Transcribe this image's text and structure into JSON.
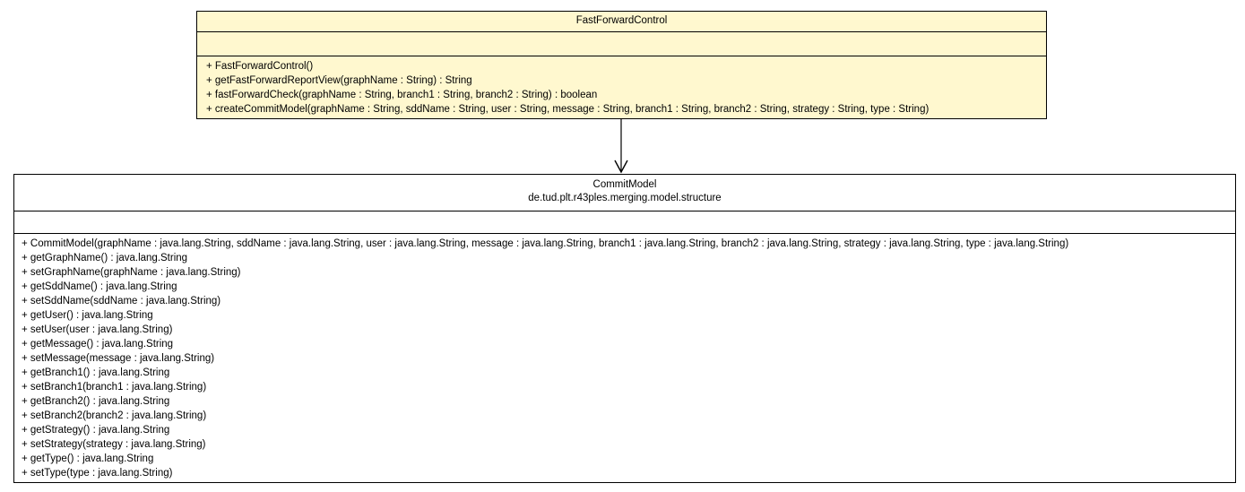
{
  "fast_forward_control": {
    "name": "FastForwardControl",
    "operations": [
      "+ FastForwardControl()",
      "+ getFastForwardReportView(graphName : String) : String",
      "+ fastForwardCheck(graphName : String, branch1 : String, branch2 : String) : boolean",
      "+ createCommitModel(graphName : String, sddName : String, user : String, message : String, branch1 : String, branch2 : String, strategy : String, type : String)"
    ]
  },
  "commit_model": {
    "name": "CommitModel",
    "package": "de.tud.plt.r43ples.merging.model.structure",
    "operations": [
      "+ CommitModel(graphName : java.lang.String, sddName : java.lang.String, user : java.lang.String, message : java.lang.String, branch1 : java.lang.String, branch2 : java.lang.String, strategy : java.lang.String, type : java.lang.String)",
      "+ getGraphName() : java.lang.String",
      "+ setGraphName(graphName : java.lang.String)",
      "+ getSddName() : java.lang.String",
      "+ setSddName(sddName : java.lang.String)",
      "+ getUser() : java.lang.String",
      "+ setUser(user : java.lang.String)",
      "+ getMessage() : java.lang.String",
      "+ setMessage(message : java.lang.String)",
      "+ getBranch1() : java.lang.String",
      "+ setBranch1(branch1 : java.lang.String)",
      "+ getBranch2() : java.lang.String",
      "+ setBranch2(branch2 : java.lang.String)",
      "+ getStrategy() : java.lang.String",
      "+ setStrategy(strategy : java.lang.String)",
      "+ getType() : java.lang.String",
      "+ setType(type : java.lang.String)"
    ]
  },
  "colors": {
    "class_fill_highlight": "#fff8cf",
    "class_fill": "#ffffff",
    "line": "#000000"
  }
}
